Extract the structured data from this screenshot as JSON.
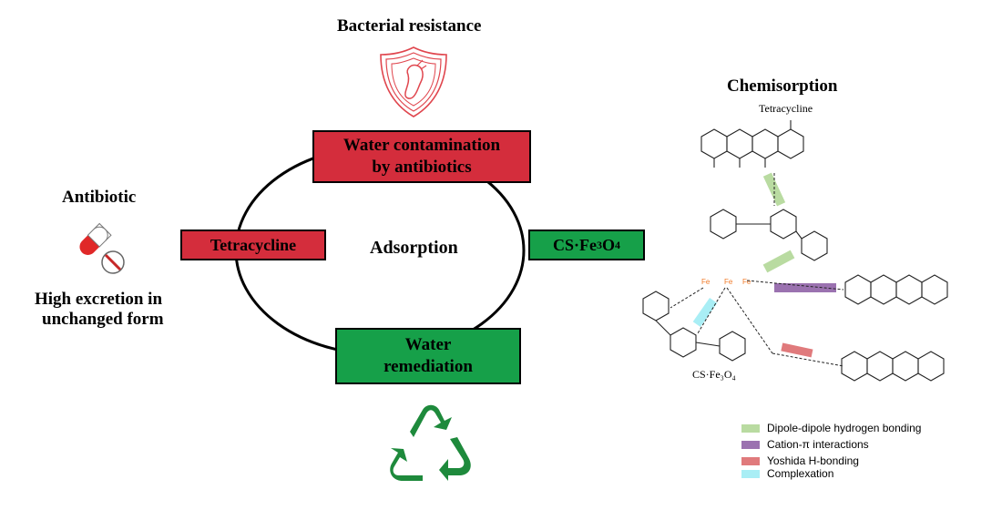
{
  "titles": {
    "bacterial_resistance": "Bacterial resistance",
    "antibiotic": "Antibiotic",
    "high_excretion_line1": "High excretion in",
    "high_excretion_line2": "unchanged form",
    "chemisorption": "Chemisorption",
    "tetracycline_small": "Tetracycline",
    "cs_fe3o4_small": "CS·Fe₃O₄"
  },
  "cycle": {
    "top_line1": "Water contamination",
    "top_line2": "by antibiotics",
    "left": "Tetracycline",
    "center": "Adsorption",
    "right_prefix": "CS·Fe",
    "right_sub1": "3",
    "right_mid": "O",
    "right_sub2": "4",
    "bottom_line1": "Water",
    "bottom_line2": "remediation"
  },
  "legend": [
    {
      "label": "Dipole-dipole  hydrogen  bonding",
      "color": "#b9dba1"
    },
    {
      "label": "Cation-π  interactions",
      "color": "#9b72b0"
    },
    {
      "label": "Yoshida  H-bonding",
      "color": "#e07a7c"
    },
    {
      "label": "Complexation",
      "color": "#a9eef5"
    }
  ],
  "colors": {
    "red_box": "#d42d3c",
    "green_box": "#16a049",
    "recycle": "#1e8a3c",
    "shield": "#e0464e",
    "iron": "#f07a28"
  },
  "icons": [
    "shield-bacteria-icon",
    "pill-capsule-icon",
    "recycle-icon"
  ]
}
